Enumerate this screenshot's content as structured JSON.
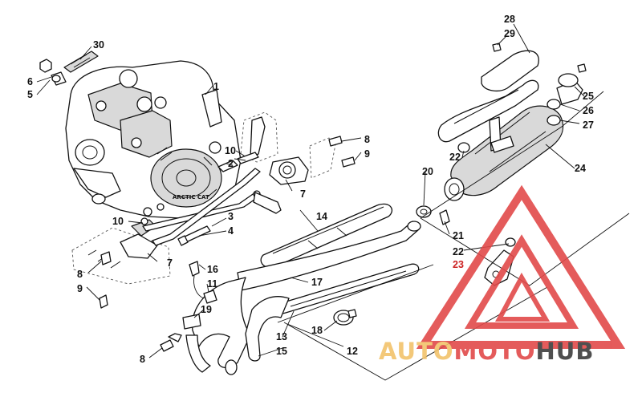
{
  "diagram": {
    "labels": {
      "l1": "1",
      "l2": "2",
      "l3": "3",
      "l4": "4",
      "l5": "5",
      "l6": "6",
      "l7a": "7",
      "l7b": "7",
      "l8a": "8",
      "l8b": "8",
      "l8c": "8",
      "l9a": "9",
      "l9b": "9",
      "l10a": "10",
      "l10b": "10",
      "l11": "11",
      "l12": "12",
      "l13": "13",
      "l14": "14",
      "l15": "15",
      "l16": "16",
      "l17": "17",
      "l18": "18",
      "l19": "19",
      "l20": "20",
      "l21": "21",
      "l22a": "22",
      "l22b": "22",
      "l23": "23",
      "l24": "24",
      "l25": "25",
      "l26": "26",
      "l27": "27",
      "l28": "28",
      "l29": "29",
      "l30": "30"
    },
    "engine_cover_text": "ARCTIC CAT"
  },
  "watermark": {
    "word_part1": "AUTO",
    "word_part2": "MOTO",
    "word_part3": "HUB",
    "color_light": "#f2c36b",
    "color_red": "#e24a4a",
    "color_dark": "#3c3c3c"
  }
}
